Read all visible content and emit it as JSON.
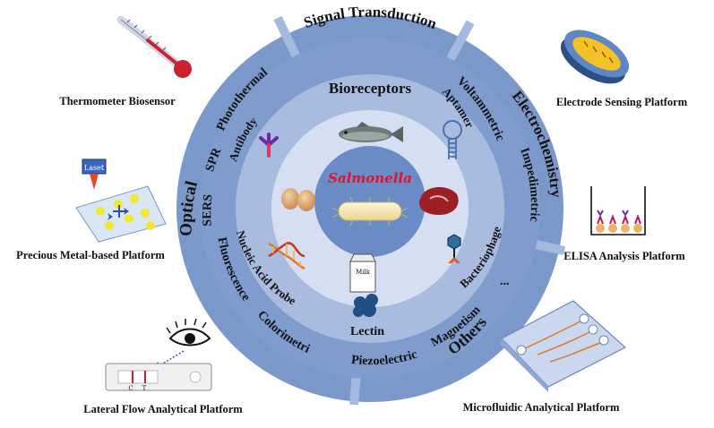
{
  "outer_ring": {
    "title": "Signal Transduction",
    "sections": {
      "optical": "Optical",
      "electrochemistry": "Electrochemistry",
      "others": "Others"
    }
  },
  "transduction_methods": {
    "photothermal": "Photothermal",
    "spr": "SPR",
    "sers": "SERS",
    "fluorescence": "Fluorescence",
    "colorimetric": "Colorimetric",
    "voltammetric": "Voltammetric",
    "impedimetric": "Impedimetric",
    "magnetism": "Magnetism",
    "piezoelectric": "Piezoelectric",
    "ellipsis": "..."
  },
  "bioreceptors": {
    "title": "Bioreceptors",
    "antibody": "Antibody",
    "aptamer": "Aptamer",
    "nucleic_acid_probe": "Nucleic Acid Probe",
    "bacteriophage": "Bacteriophage",
    "lectin": "Lectin"
  },
  "center": {
    "target": "Salmonella",
    "milk_label": "Milk"
  },
  "platforms": {
    "thermometer": "Thermometer Biosensor",
    "electrode": "Electrode Sensing Platform",
    "precious_metal": "Precious Metal-based Platform",
    "elisa": "ELISA Analysis Platform",
    "lateral_flow": "Lateral Flow Analytical Platform",
    "microfluidic": "Microfluidic Analytical Platform",
    "laser_label": "Laset",
    "strip_c": "C",
    "strip_t": "T"
  },
  "colors": {
    "outer_ring": "#7b98ca",
    "middle_ring": "#a9bce0",
    "inner_ring": "#d6dff1",
    "core": "#6b8bc6",
    "target_text": "#e0132b"
  }
}
